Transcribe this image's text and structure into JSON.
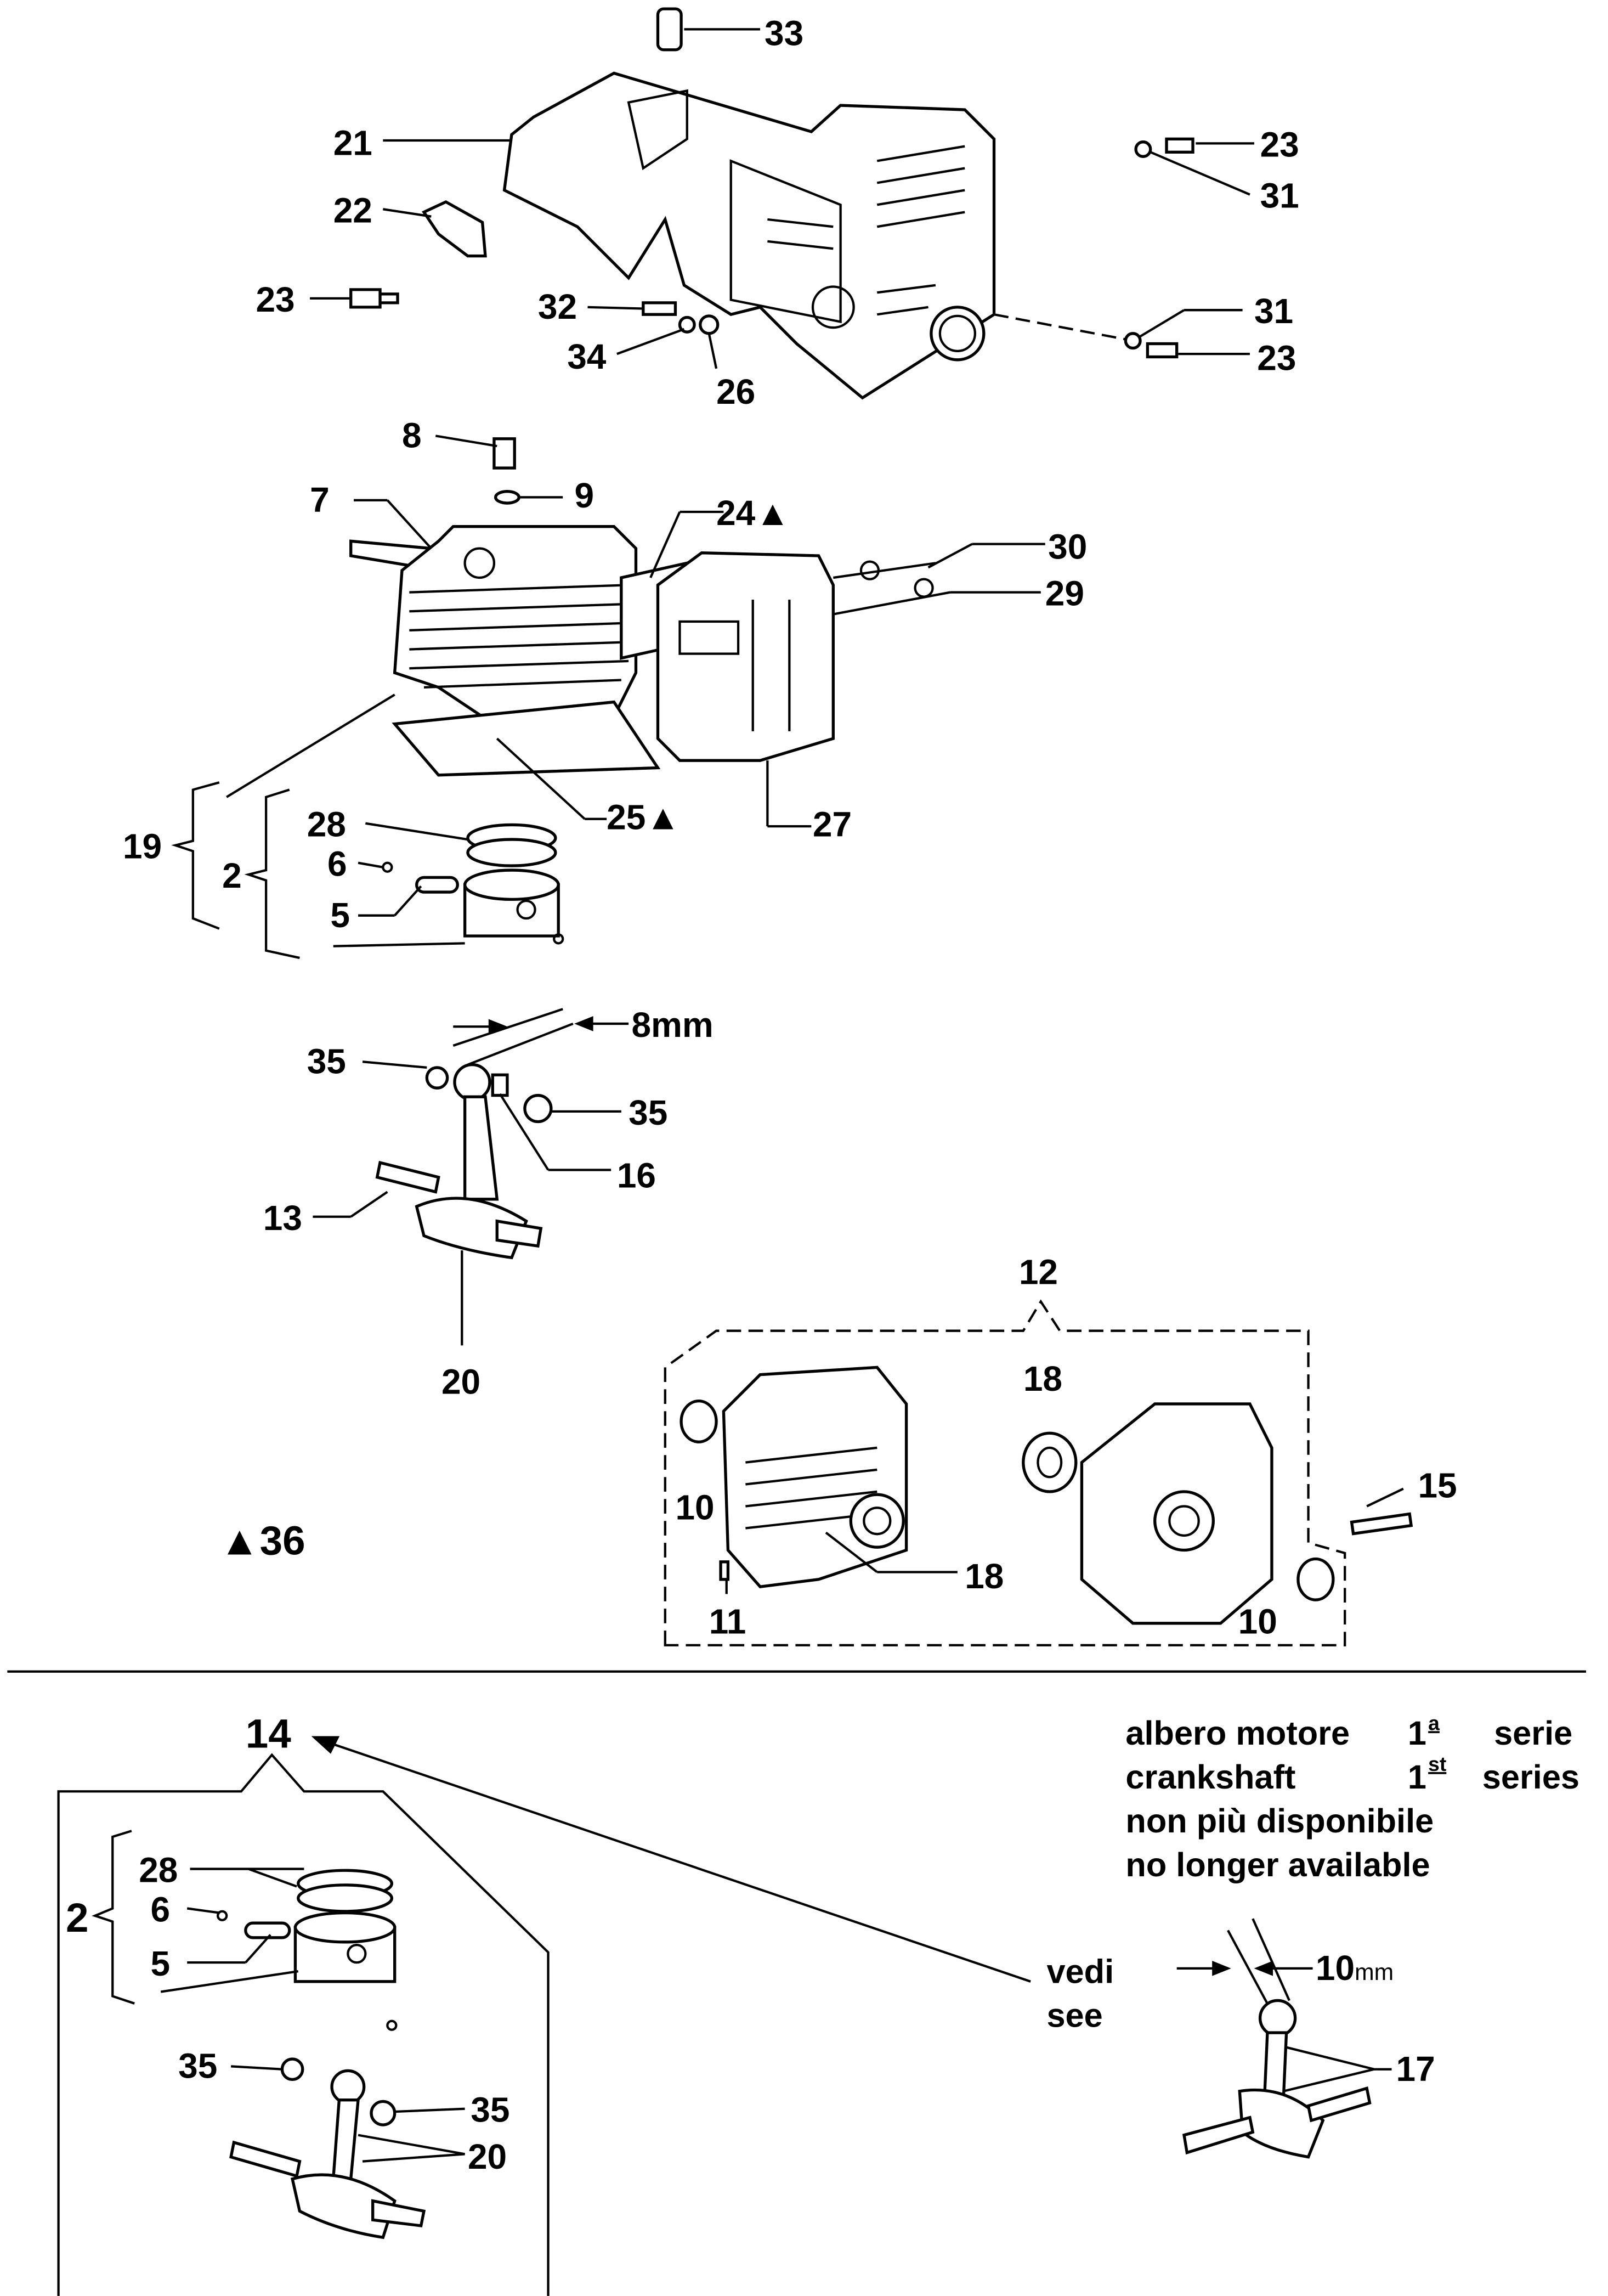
{
  "labels": {
    "p33": "33",
    "p21": "21",
    "p22": "22",
    "p23a": "23",
    "p23b": "23",
    "p31a": "31",
    "p31b": "31",
    "p23c": "23",
    "p32": "32",
    "p34": "34",
    "p26": "26",
    "p8": "8",
    "p9": "9",
    "p7": "7",
    "p24": "24▲",
    "p30": "30",
    "p29": "29",
    "p25": "25▲",
    "p27": "27",
    "p19": "19",
    "p2a": "2",
    "p28a": "28",
    "p6a": "6",
    "p5a": "5",
    "p8mm": "8mm",
    "p35a": "35",
    "p35b": "35",
    "p16": "16",
    "p13": "13",
    "p20a": "20",
    "p12": "12",
    "p18a": "18",
    "p15": "15",
    "p10a": "10",
    "p18b": "18",
    "p11": "11",
    "p10b": "10",
    "p36": "▲36",
    "p14": "14",
    "p28b": "28",
    "p6b": "6",
    "p2b": "2",
    "p5b": "5",
    "p35c": "35",
    "p35d": "35",
    "p20b": "20",
    "p10mm": "10",
    "p10mm_unit": "mm",
    "p17": "17"
  },
  "note": {
    "line1_a": "albero motore",
    "line1_b": "1",
    "line1_sup": "a",
    "line1_c": "serie",
    "line2_a": "crankshaft",
    "line2_b": "1",
    "line2_sup": "st",
    "line2_c": "series",
    "line3": "non più disponibile",
    "line4": "no longer available",
    "vedi": "vedi",
    "see": "see"
  },
  "colors": {
    "ink": "#000000",
    "paper": "#ffffff"
  }
}
